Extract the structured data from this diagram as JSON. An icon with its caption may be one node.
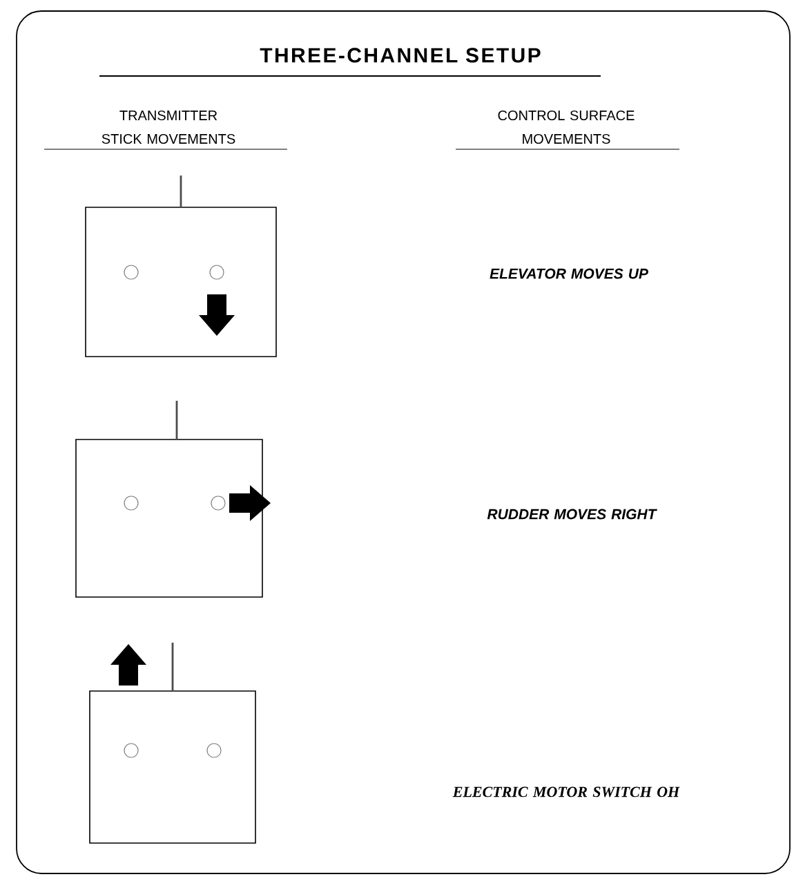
{
  "diagram": {
    "title": "THREE-CHANNEL SETUP",
    "labels": [
      "TRANSMITTER STICK MOVEMENTS",
      "CONTROL SURFACE MOVEMENTS",
      "ELEVATOR MOVES UP",
      "RUDDER MOVES RIGHT",
      "ELECTRIC MOTOR SWITCH OH"
    ]
  }
}
